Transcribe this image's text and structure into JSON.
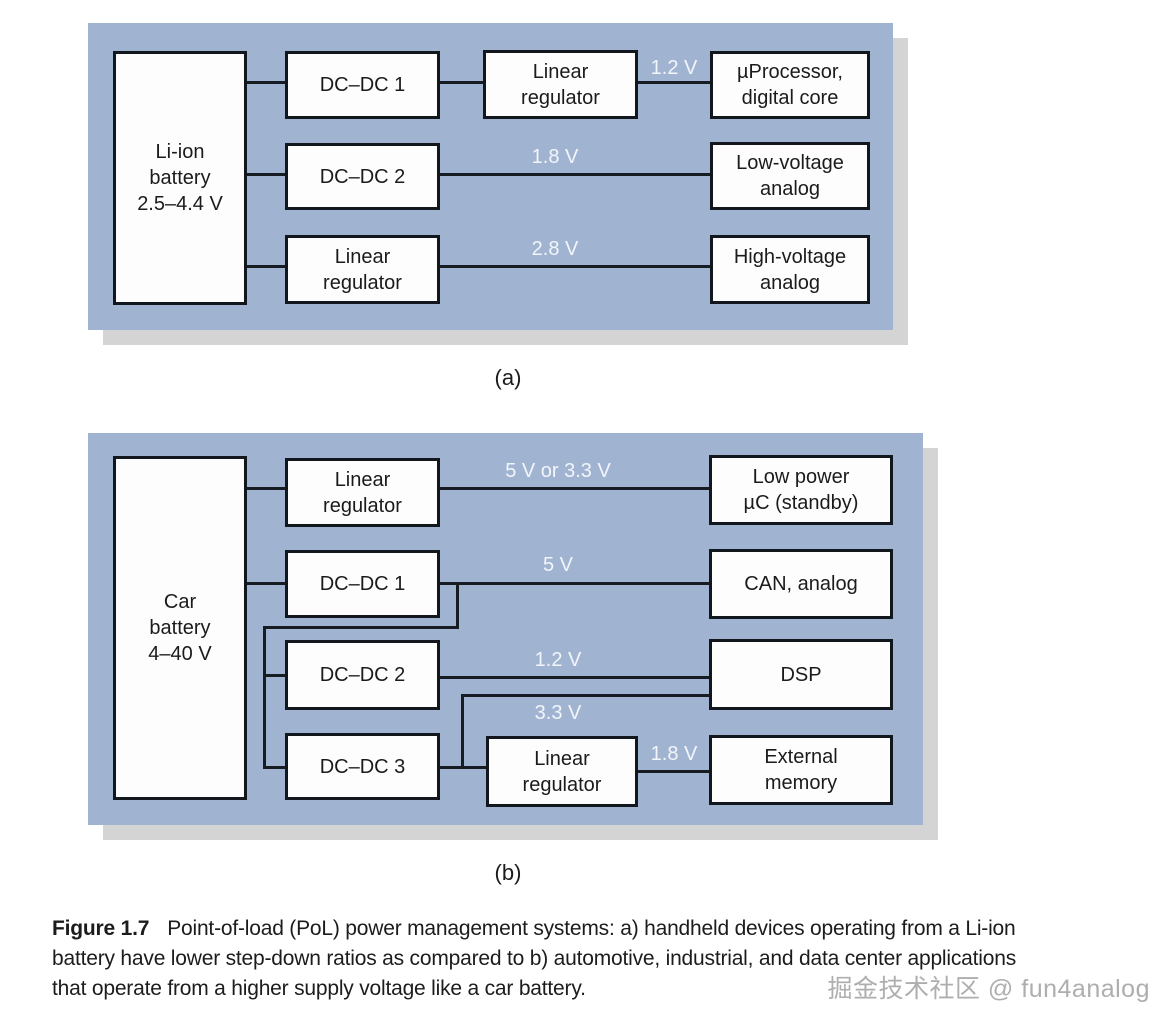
{
  "panel_a": {
    "battery": "Li-ion\nbattery\n2.5–4.4 V",
    "boxes": {
      "dcdc1": "DC–DC 1",
      "linreg_top": "Linear\nregulator",
      "uproc": "µProcessor,\ndigital core",
      "dcdc2": "DC–DC 2",
      "low_voltage": "Low-voltage\nanalog",
      "linreg_bottom": "Linear\nregulator",
      "high_voltage": "High-voltage\nanalog"
    },
    "voltages": {
      "v12": "1.2 V",
      "v18": "1.8 V",
      "v28": "2.8 V"
    },
    "caption": "(a)"
  },
  "panel_b": {
    "battery": "Car\nbattery\n4–40 V",
    "boxes": {
      "linreg_top": "Linear\nregulator",
      "dcdc1": "DC–DC 1",
      "dcdc2": "DC–DC 2",
      "dcdc3": "DC–DC 3",
      "linreg_mem": "Linear\nregulator",
      "low_power": "Low power\nµC (standby)",
      "can": "CAN, analog",
      "dsp": "DSP",
      "ext_memory": "External\nmemory"
    },
    "voltages": {
      "v5or33": "5 V or 3.3 V",
      "v5": "5 V",
      "v12": "1.2 V",
      "v33": "3.3 V",
      "v18": "1.8 V"
    },
    "caption": "(b)"
  },
  "figure_caption": {
    "label": "Figure 1.7",
    "lines": [
      "Point-of-load (PoL) power management systems: a) handheld devices operating from a Li-ion",
      "battery have lower step-down ratios as compared to b) automotive, industrial, and data center applications",
      "that operate from a higher supply voltage like a car battery."
    ]
  },
  "watermark": "掘金技术社区 @ fun4analog",
  "colors": {
    "panel_blue": "#a0b4d2",
    "panel_shadow": "#d4d4d4",
    "connector_line": "#171b22",
    "voltage_text": "#f2f5f9",
    "box_fill": "#fdfdfd",
    "box_border": "#12161d"
  }
}
